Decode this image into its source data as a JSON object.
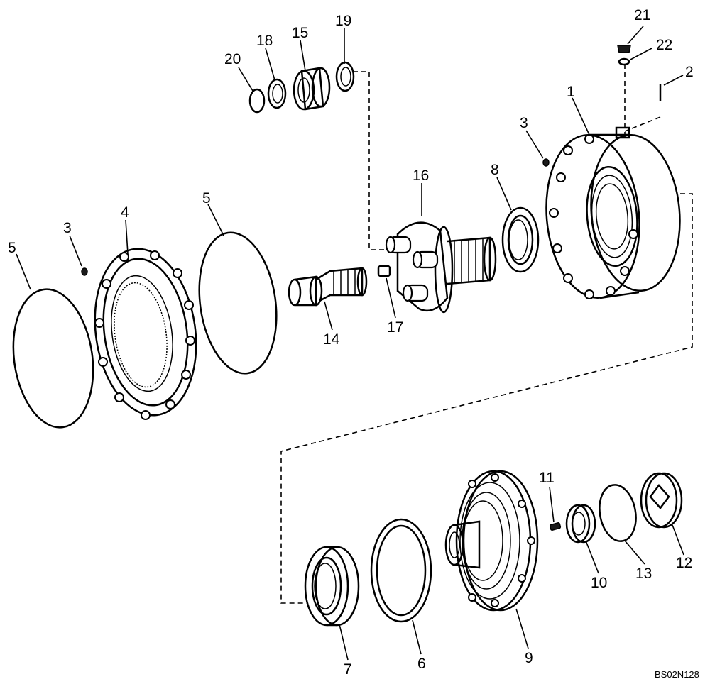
{
  "diagram": {
    "drawing_code": "BS02N128",
    "callouts": {
      "c1": "1",
      "c2": "2",
      "c3a": "3",
      "c3b": "3",
      "c4": "4",
      "c5a": "5",
      "c5b": "5",
      "c6": "6",
      "c7": "7",
      "c8": "8",
      "c9": "9",
      "c10": "10",
      "c11": "11",
      "c12": "12",
      "c13": "13",
      "c14": "14",
      "c15": "15",
      "c16": "16",
      "c17": "17",
      "c18": "18",
      "c19": "19",
      "c20": "20",
      "c21": "21",
      "c22": "22"
    },
    "line_color": "#000000",
    "background": "#ffffff"
  }
}
